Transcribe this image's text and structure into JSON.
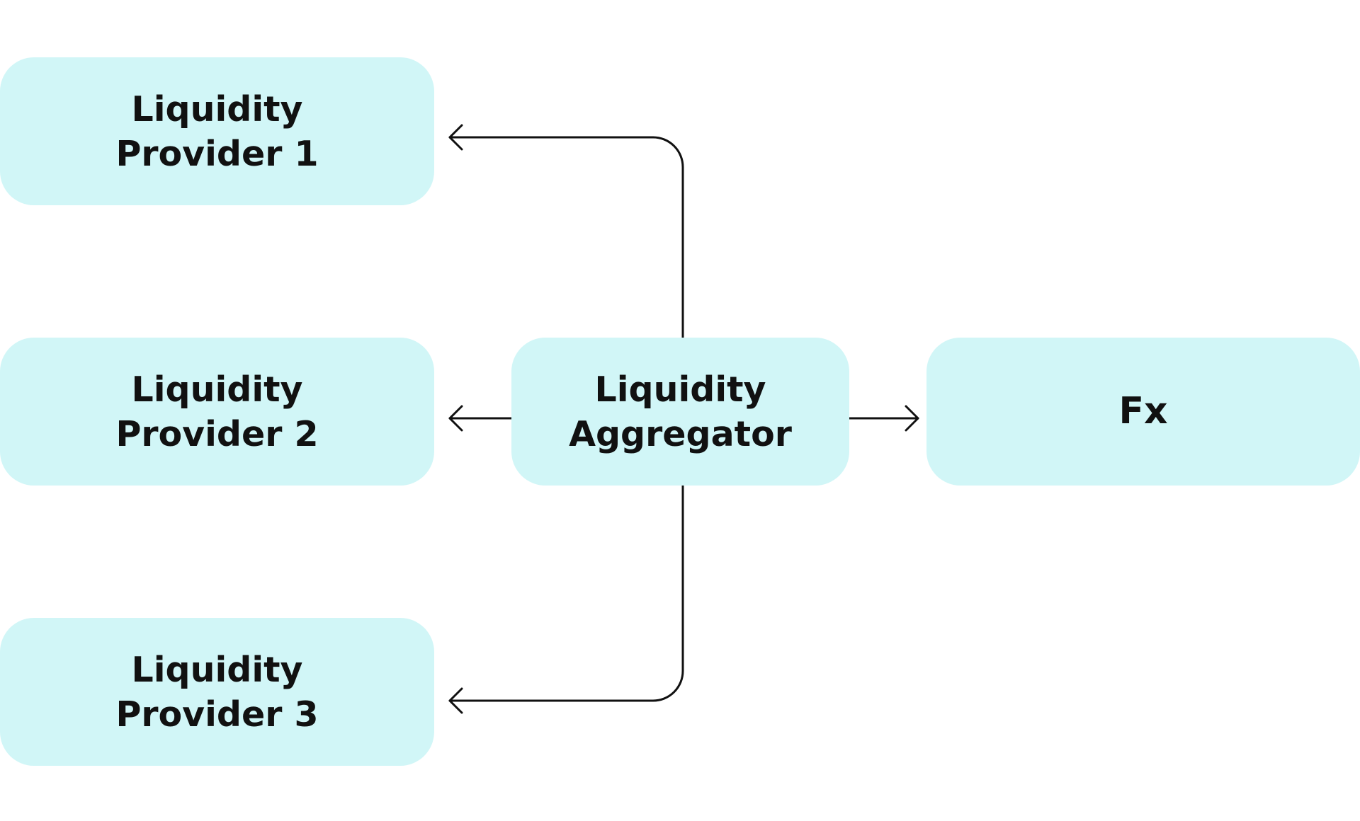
{
  "diagram": {
    "nodes": {
      "lp1": {
        "lines": [
          "Liquidity",
          "Provider 1"
        ]
      },
      "lp2": {
        "lines": [
          "Liquidity",
          "Provider 2"
        ]
      },
      "lp3": {
        "lines": [
          "Liquidity",
          "Provider 3"
        ]
      },
      "aggregator": {
        "lines": [
          "Liquidity",
          "Aggregator"
        ]
      },
      "fx": {
        "lines": [
          "Fx"
        ]
      }
    },
    "edges": [
      {
        "from": "aggregator",
        "to": "lp1"
      },
      {
        "from": "aggregator",
        "to": "lp2"
      },
      {
        "from": "aggregator",
        "to": "lp3"
      },
      {
        "from": "aggregator",
        "to": "fx"
      }
    ],
    "colors": {
      "node_fill": "#d1f6f7",
      "text": "#111111",
      "connector": "#111111",
      "background": "#ffffff"
    }
  }
}
